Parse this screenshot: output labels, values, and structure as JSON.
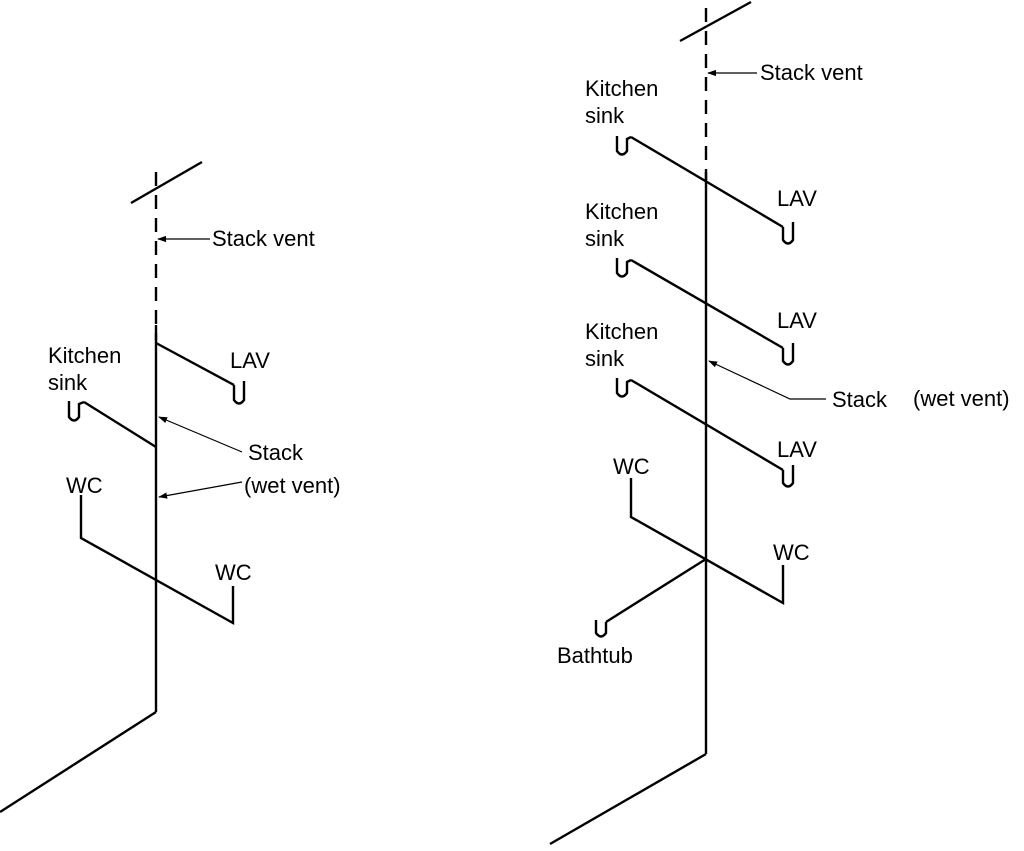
{
  "left_diagram": {
    "stack_vent_label": "Stack vent",
    "kitchen_sink_label_1": "Kitchen",
    "kitchen_sink_label_2": "sink",
    "lav_label": "LAV",
    "stack_label_1": "Stack",
    "stack_label_2": "(wet vent)",
    "wc_left_label": "WC",
    "wc_right_label": "WC"
  },
  "right_diagram": {
    "stack_vent_label": "Stack vent",
    "kitchen_sink_1_line1": "Kitchen",
    "kitchen_sink_1_line2": "sink",
    "lav_1_label": "LAV",
    "kitchen_sink_2_line1": "Kitchen",
    "kitchen_sink_2_line2": "sink",
    "lav_2_label": "LAV",
    "kitchen_sink_3_line1": "Kitchen",
    "kitchen_sink_3_line2": "sink",
    "stack_label": "Stack",
    "wet_vent_label": "(wet vent)",
    "lav_3_label": "LAV",
    "wc_left_label": "WC",
    "wc_right_label": "WC",
    "bathtub_label": "Bathtub"
  }
}
